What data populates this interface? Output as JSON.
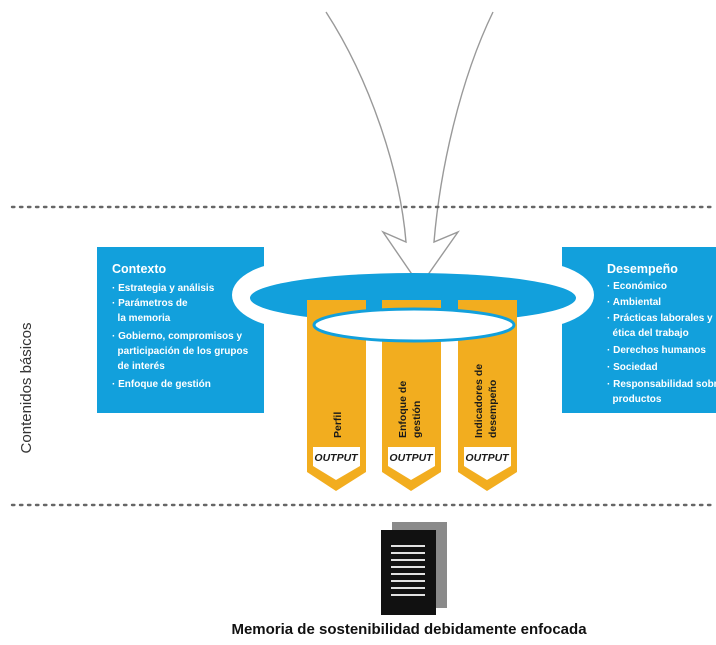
{
  "side_label": "Contenidos básicos",
  "left_box": {
    "title": "Contexto",
    "items": [
      "· Estrategia y análisis",
      "· Parámetros de",
      "  la memoria",
      "· Gobierno, compromisos y",
      "  participación de los grupos",
      "  de interés",
      "· Enfoque de gestión"
    ]
  },
  "right_box": {
    "title": "Desempeño",
    "items": [
      "· Económico",
      "· Ambiental",
      "· Prácticas laborales y",
      "  ética del trabajo",
      "· Derechos humanos",
      "· Sociedad",
      "· Responsabilidad sobre",
      "  productos"
    ]
  },
  "columns": [
    {
      "lines": [
        "Perfil"
      ],
      "output": "OUTPUT"
    },
    {
      "lines": [
        "Enfoque de",
        "gestión"
      ],
      "output": "OUTPUT"
    },
    {
      "lines": [
        "Indicadores de",
        "desempeño"
      ],
      "output": "OUTPUT"
    }
  ],
  "caption": "Memoria de sostenibilidad debidamente enfocada",
  "colors": {
    "blue": "#12a0dc",
    "orange": "#f2ad1f",
    "document": "#111111",
    "dotted_line": "#666666"
  }
}
